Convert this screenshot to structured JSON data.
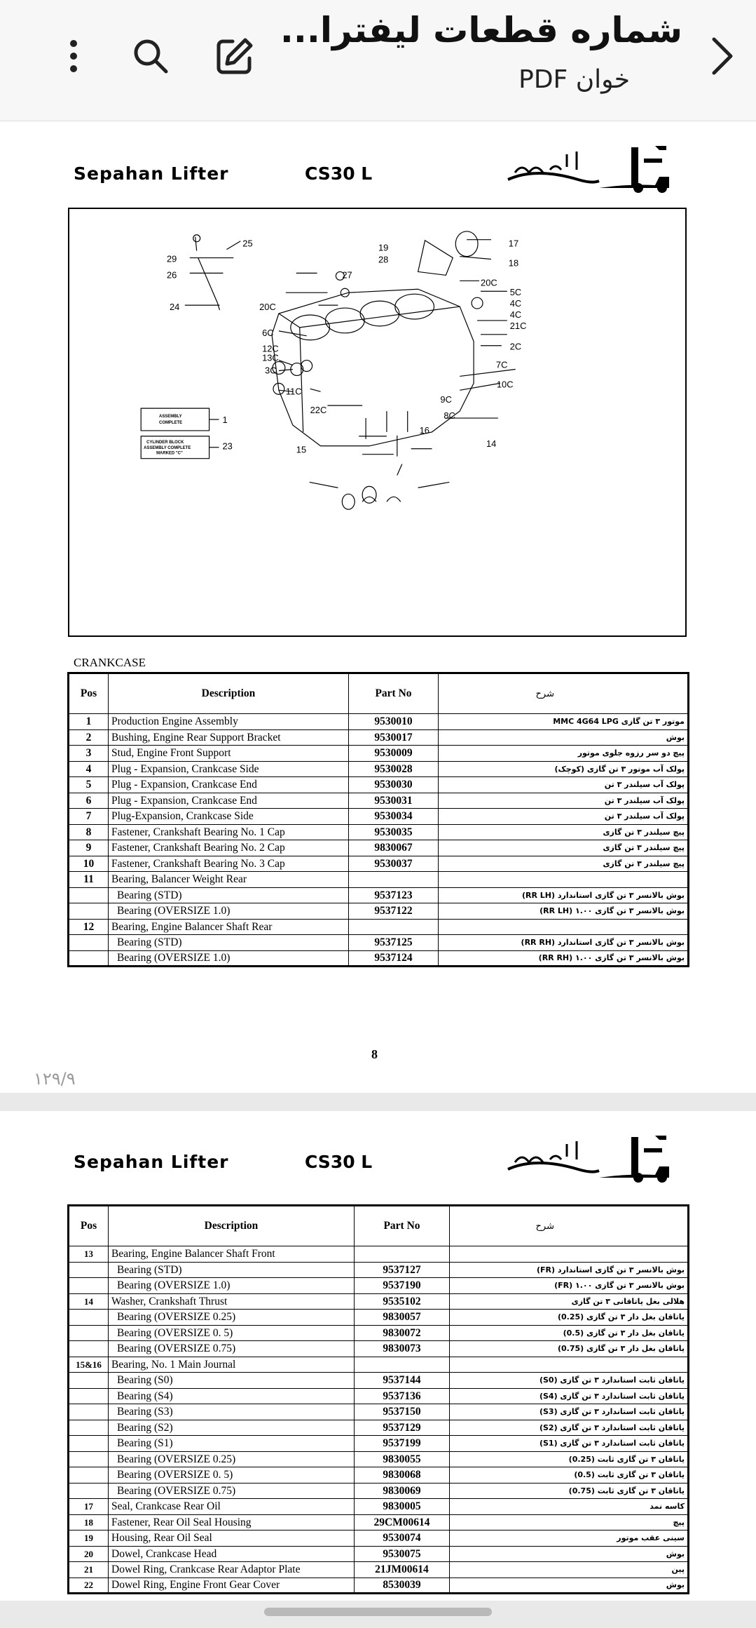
{
  "appbar": {
    "title": "شماره قطعات لیفترا...",
    "subtitle": "PDF خوان"
  },
  "header": {
    "brand": "Sepahan Lifter",
    "model": "CS30 L"
  },
  "diagram": {
    "labels": [
      "25",
      "29",
      "26",
      "24",
      "19",
      "28",
      "27",
      "17",
      "18",
      "20C",
      "5C",
      "4C",
      "4C",
      "21C",
      "20C",
      "6C",
      "12C",
      "13C",
      "3C",
      "2C",
      "7C",
      "10C",
      "11C",
      "9C",
      "22C",
      "8C",
      "16",
      "14",
      "15",
      "1",
      "23"
    ],
    "box_assembly": [
      "ASSEMBLY",
      "COMPLETE"
    ],
    "box_cylinder": [
      "CYLINDER BLOCK",
      "ASSEMBLY COMPLETE",
      "MARKED \"C\""
    ]
  },
  "section_title": "CRANKCASE",
  "table_headers": {
    "pos": "Pos",
    "description": "Description",
    "part_no": "Part No",
    "sharh": "شرح"
  },
  "table1": [
    {
      "pos": "1",
      "desc": "Production Engine Assembly",
      "part": "9530010",
      "fa": "موتور ۳ تن گازی MMC 4G64 LPG"
    },
    {
      "pos": "2",
      "desc": "Bushing, Engine Rear Support Bracket",
      "part": "9530017",
      "fa": "بوش"
    },
    {
      "pos": "3",
      "desc": "Stud, Engine Front Support",
      "part": "9530009",
      "fa": "پیچ دو سر رزوه جلوی موتور"
    },
    {
      "pos": "4",
      "desc": "Plug - Expansion, Crankcase Side",
      "part": "9530028",
      "fa": "پولک آب موتور ۳ تن گازی (کوچک)"
    },
    {
      "pos": "5",
      "desc": "Plug - Expansion, Crankcase End",
      "part": "9530030",
      "fa": "پولک آب سیلندر ۳ تن"
    },
    {
      "pos": "6",
      "desc": "Plug - Expansion, Crankcase End",
      "part": "9530031",
      "fa": "پولک آب سیلندر ۳ تن"
    },
    {
      "pos": "7",
      "desc": "Plug-Expansion, Crankcase Side",
      "part": "9530034",
      "fa": "پولک آب سیلندر ۳ تن"
    },
    {
      "pos": "8",
      "desc": "Fastener, Crankshaft Bearing No. 1 Cap",
      "part": "9530035",
      "fa": "پیچ سیلندر ۳ تن گازی"
    },
    {
      "pos": "9",
      "desc": "Fastener, Crankshaft Bearing No. 2 Cap",
      "part": "9830067",
      "fa": "پیچ سیلندر ۳ تن گازی"
    },
    {
      "pos": "10",
      "desc": "Fastener, Crankshaft Bearing No. 3 Cap",
      "part": "9530037",
      "fa": "پیچ سیلندر ۳ تن گازی"
    },
    {
      "pos": "11",
      "desc": "Bearing, Balancer Weight Rear",
      "part": "",
      "fa": ""
    },
    {
      "pos": "",
      "desc": "Bearing (STD)",
      "part": "9537123",
      "fa": "بوش بالانسر ۳ تن گازی استاندارد (RR LH)"
    },
    {
      "pos": "",
      "desc": "Bearing (OVERSIZE 1.0)",
      "part": "9537122",
      "fa": "بوش بالانسر ۳ تن گازی ۱.۰۰ (RR LH)"
    },
    {
      "pos": "12",
      "desc": "Bearing, Engine Balancer Shaft Rear",
      "part": "",
      "fa": ""
    },
    {
      "pos": "",
      "desc": "Bearing (STD)",
      "part": "9537125",
      "fa": "بوش بالانسر ۳ تن گازی استاندارد (RR RH)"
    },
    {
      "pos": "",
      "desc": "Bearing (OVERSIZE 1.0)",
      "part": "9537124",
      "fa": "بوش بالانسر ۳ تن گازی ۱.۰۰ (RR RH)"
    }
  ],
  "page_number": "8",
  "page_counter": "۱۲۹/۹",
  "table2": [
    {
      "pos": "13",
      "desc": "Bearing, Engine Balancer Shaft Front",
      "part": "",
      "fa": ""
    },
    {
      "pos": "",
      "desc": "Bearing (STD)",
      "part": "9537127",
      "fa": "بوش بالانسر ۳ تن گازی استاندارد (FR)"
    },
    {
      "pos": "",
      "desc": "Bearing (OVERSIZE 1.0)",
      "part": "9537190",
      "fa": "بوش بالانسر ۳ تن گازی ۱.۰۰ (FR)"
    },
    {
      "pos": "14",
      "desc": "Washer, Crankshaft Thrust",
      "part": "9535102",
      "fa": "هلالی بغل یاتاقانی ۳ تن گازی"
    },
    {
      "pos": "",
      "desc": "Bearing (OVERSIZE 0.25)",
      "part": "9830057",
      "fa": "یاتاقان بغل دار ۳ تن گازی (0.25)"
    },
    {
      "pos": "",
      "desc": "Bearing (OVERSIZE 0. 5)",
      "part": "9830072",
      "fa": "یاتاقان بغل دار ۳ تن گازی (0.5)"
    },
    {
      "pos": "",
      "desc": "Bearing (OVERSIZE 0.75)",
      "part": "9830073",
      "fa": "یاتاقان بغل دار ۳ تن گازی (0.75)"
    },
    {
      "pos": "15&16",
      "desc": "Bearing, No. 1 Main Journal",
      "part": "",
      "fa": ""
    },
    {
      "pos": "",
      "desc": "Bearing (S0)",
      "part": "9537144",
      "fa": "یاتاقان ثابت استاندارد ۳ تن گازی (S0)"
    },
    {
      "pos": "",
      "desc": "Bearing (S4)",
      "part": "9537136",
      "fa": "یاتاقان ثابت استاندارد ۳ تن گازی (S4)"
    },
    {
      "pos": "",
      "desc": "Bearing (S3)",
      "part": "9537150",
      "fa": "یاتاقان ثابت استاندارد ۳ تن گازی (S3)"
    },
    {
      "pos": "",
      "desc": "Bearing (S2)",
      "part": "9537129",
      "fa": "یاتاقان ثابت استاندارد ۳ تن گازی (S2)"
    },
    {
      "pos": "",
      "desc": "Bearing (S1)",
      "part": "9537199",
      "fa": "یاتاقان ثابت استاندارد ۳ تن گازی (S1)"
    },
    {
      "pos": "",
      "desc": "Bearing (OVERSIZE 0.25)",
      "part": "9830055",
      "fa": "یاتاقان ۳ تن گازی ثابت (0.25)"
    },
    {
      "pos": "",
      "desc": "Bearing (OVERSIZE 0. 5)",
      "part": "9830068",
      "fa": "یاتاقان ۳ تن گازی ثابت (0.5)"
    },
    {
      "pos": "",
      "desc": "Bearing (OVERSIZE 0.75)",
      "part": "9830069",
      "fa": "یاتاقان ۳ تن گازی ثابت (0.75)"
    },
    {
      "pos": "17",
      "desc": "Seal, Crankcase Rear Oil",
      "part": "9830005",
      "fa": "کاسه نمد"
    },
    {
      "pos": "18",
      "desc": "Fastener, Rear Oil Seal Housing",
      "part": "29CM00614",
      "fa": "پیچ"
    },
    {
      "pos": "19",
      "desc": "Housing, Rear Oil Seal",
      "part": "9530074",
      "fa": "سینی عقب موتور"
    },
    {
      "pos": "20",
      "desc": "Dowel, Crankcase Head",
      "part": "9530075",
      "fa": "بوش"
    },
    {
      "pos": "21",
      "desc": "Dowel Ring, Crankcase Rear Adaptor Plate",
      "part": "21JM00614",
      "fa": "پین"
    },
    {
      "pos": "22",
      "desc": "Dowel Ring, Engine Front Gear Cover",
      "part": "8530039",
      "fa": "بوش"
    }
  ],
  "icons": {
    "back": "chevron-right-icon",
    "more": "more-vertical-icon",
    "search": "search-icon",
    "edit": "edit-icon"
  }
}
